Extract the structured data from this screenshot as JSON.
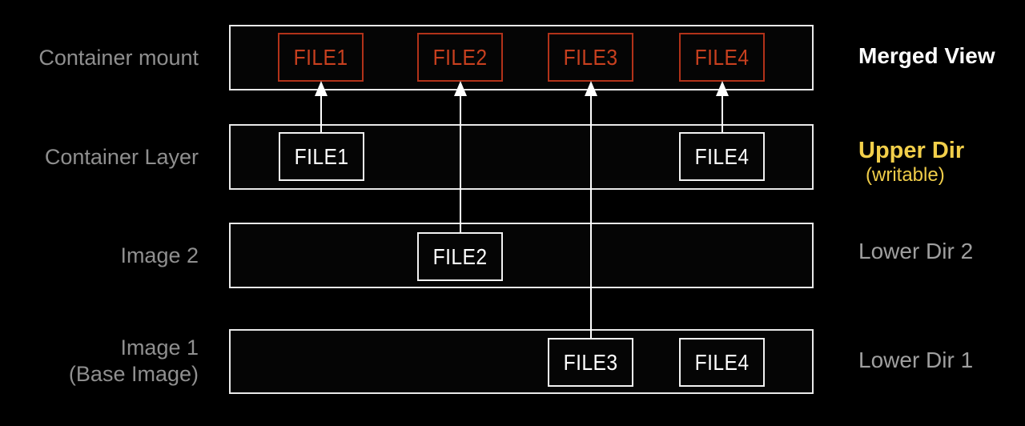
{
  "colors": {
    "background": "#000000",
    "row_border": "#e9e9e9",
    "file_red_border": "#b23219",
    "file_red_text": "#c8401f",
    "file_white": "#f2f2f2",
    "left_label_gray": "#8f8f8f",
    "right_label_white": "#ffffff",
    "right_label_yellow": "#f2cf4a",
    "right_label_gray": "#9f9f9f",
    "arrow": "#ffffff"
  },
  "layers": [
    {
      "left_label": "Container mount",
      "right_label": "Merged View",
      "files": [
        {
          "label": "FILE1"
        },
        {
          "label": "FILE2"
        },
        {
          "label": "FILE3"
        },
        {
          "label": "FILE4"
        }
      ]
    },
    {
      "left_label": "Container Layer",
      "right_label": "Upper Dir",
      "right_sublabel": "(writable)",
      "files": [
        {
          "label": "FILE1"
        },
        {
          "label": "FILE4"
        }
      ]
    },
    {
      "left_label": "Image 2",
      "right_label": "Lower Dir 2",
      "files": [
        {
          "label": "FILE2"
        }
      ]
    },
    {
      "left_label": "Image 1",
      "left_sublabel": "(Base Image)",
      "right_label": "Lower Dir 1",
      "files": [
        {
          "label": "FILE3"
        },
        {
          "label": "FILE4"
        }
      ]
    }
  ]
}
